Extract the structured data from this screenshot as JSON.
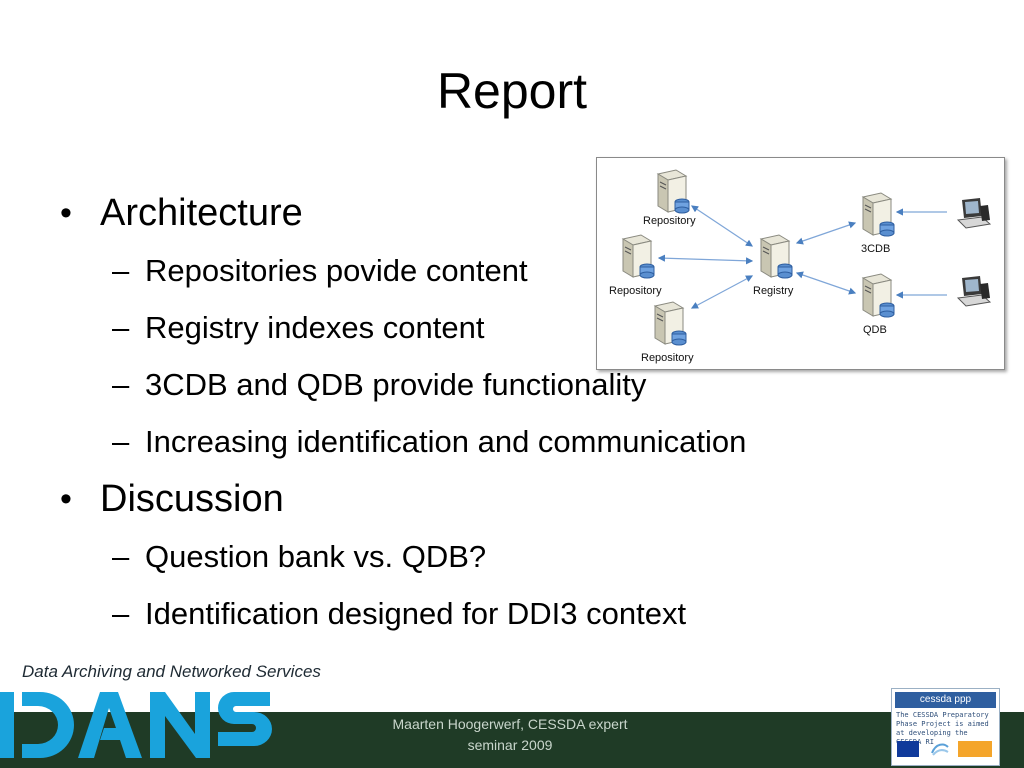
{
  "slide": {
    "title": "Report",
    "bullets": [
      {
        "text": "Architecture",
        "subitems": [
          "Repositories povide content",
          "Registry indexes content",
          "3CDB and QDB provide functionality",
          "Increasing identification and communication"
        ]
      },
      {
        "text": "Discussion",
        "subitems": [
          "Question bank vs. QDB?",
          "Identification designed for DDI3 context"
        ]
      }
    ]
  },
  "diagram": {
    "labels": {
      "repo1": "Repository",
      "repo2": "Repository",
      "repo3": "Repository",
      "registry": "Registry",
      "cdb": "3CDB",
      "qdb": "QDB"
    }
  },
  "footer": {
    "tagline": "Data Archiving and Networked Services",
    "logo_text": "DANS",
    "line1": "Maarten Hoogerwerf, CESSDA expert",
    "line2": "seminar 2009",
    "cessda_title": "cessda ppp",
    "cessda_text": "The CESSDA Preparatory Phase Project is aimed at developing the CESSDA RI"
  },
  "colors": {
    "footer_bg": "#1f3b26",
    "dans_blue": "#1aa3dc",
    "cessda_blue": "#2f5fa0"
  }
}
